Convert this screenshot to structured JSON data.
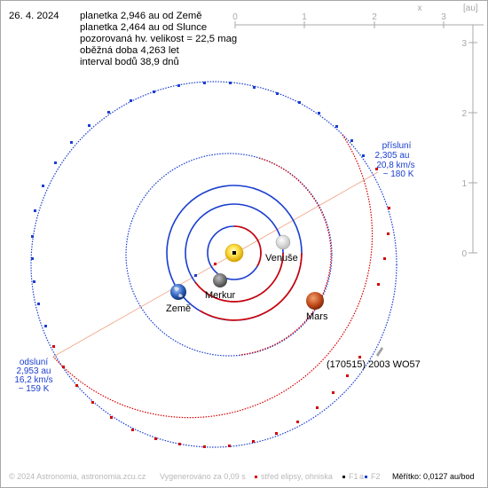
{
  "date": "26. 4. 2024",
  "info_lines": [
    "planetka 2,946 au od Země",
    "planetka 2,464 au od Slunce",
    "pozorovaná hv. velikost = 22,5 mag",
    "oběžná doba 4,263 let",
    "interval bodů 38,9 dnů"
  ],
  "axis": {
    "x_ticks": [
      "0",
      "1",
      "2",
      "3"
    ],
    "x_label": "x",
    "unit_label": "[au]",
    "y_ticks": [
      "3",
      "2",
      "1",
      "0"
    ]
  },
  "bodies": {
    "venus": "Venuše",
    "mercury": "Merkur",
    "earth": "Země",
    "mars": "Mars",
    "asteroid": "(170515) 2003 WO57"
  },
  "perihelion": {
    "title": "přísluní",
    "distance": "2,305 au",
    "speed": "20,8 km/s",
    "temp": "~ 180 K"
  },
  "aphelion": {
    "title": "odsluní",
    "distance": "2,953 au",
    "speed": "16,2 km/s",
    "temp": "~ 159 K"
  },
  "footer": {
    "copyright": "© 2024 Astronomia, astronomia.zcu.cz",
    "generated": "Vygenerováno za 0,09 s",
    "center_legend": "střed elipsy, ohniska",
    "f1_label": "F1",
    "a_label": "a",
    "f2_label": "F2",
    "scale": "Měřítko: 0,0127 au/bod"
  },
  "colors": {
    "blue": "#1a3ed0",
    "red": "#d40000",
    "gray": "#a0a0a0",
    "salmon": "#f0a080",
    "info_blue": "#1a3ed0"
  }
}
